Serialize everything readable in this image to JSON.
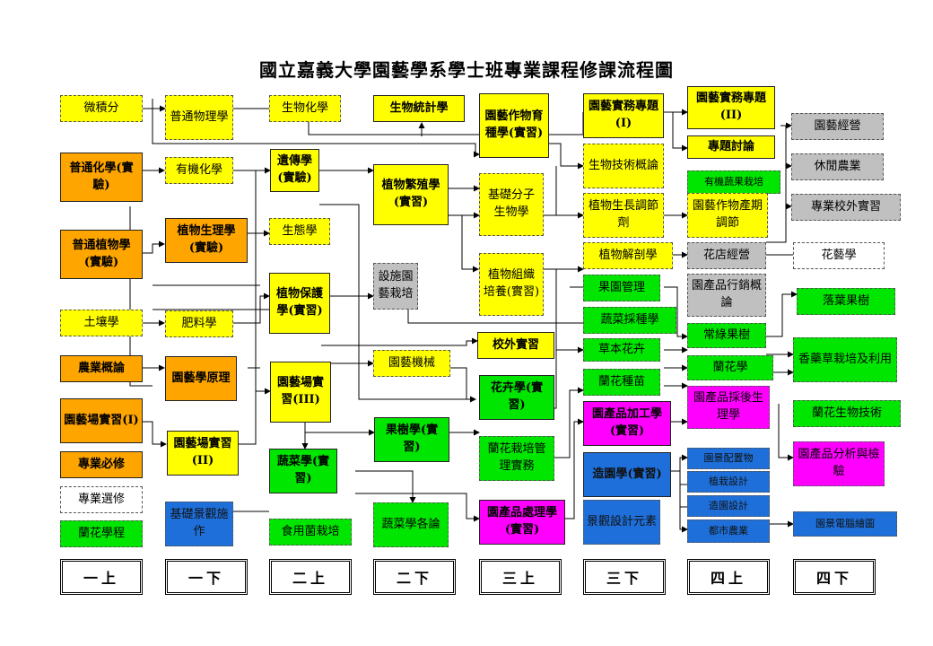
{
  "title": "國立嘉義大學園藝學系學士班專業課程修課流程圖",
  "colors": {
    "required_required": "#FFA500",
    "yellow": "#FFFF00",
    "green": "#00E600",
    "gray": "#C0C0C0",
    "magenta": "#FF00FF",
    "blue": "#1E6FD9",
    "white": "#FFFFFF",
    "line": "#000000"
  },
  "semesters": [
    "一上",
    "一下",
    "二上",
    "二下",
    "三上",
    "三下",
    "四上",
    "四下"
  ],
  "courses": {
    "c01": "微積分",
    "c02": "普通化學(實驗)",
    "c03": "普通植物學(實驗)",
    "c04": "土壤學",
    "c05": "農業概論",
    "c06": "園藝場實習(I)",
    "c07": "普通物理學",
    "c08": "有機化學",
    "c09": "植物生理學(實驗)",
    "c10": "肥料學",
    "c11": "園藝學原理",
    "c12": "園藝場實習(II)",
    "c13": "基礎景觀施作",
    "c14": "生物化學",
    "c15": "遺傳學(實驗)",
    "c16": "生態學",
    "c17": "植物保護學(實習)",
    "c18": "園藝場實習(III)",
    "c19": "蔬菜學(實習)",
    "c20": "食用菌栽培",
    "c21": "生物統計學",
    "c22": "植物繁殖學(實習)",
    "c23": "設施園藝栽培",
    "c24": "園藝機械",
    "c25": "果樹學(實習)",
    "c26": "蔬菜學各論",
    "c27": "園藝作物育種學(實習)",
    "c28": "基礎分子生物學",
    "c29": "植物組織培養(實習)",
    "c30": "校外實習",
    "c31": "花卉學(實習)",
    "c32": "蘭花栽培管理實務",
    "c33": "園產品處理學(實習)",
    "c34": "園藝實務專題(I)",
    "c35": "生物技術概論",
    "c36": "植物生長調節劑",
    "c37": "植物解剖學",
    "c38": "果園管理",
    "c39": "蔬菜採種學",
    "c40": "草本花卉",
    "c41": "蘭花種苗",
    "c42": "園產品加工學(實習)",
    "c43": "造園學(實習)",
    "c44": "景觀設計元素",
    "c45": "園藝實務專題(II)",
    "c46": "專題討論",
    "c47": "有機蔬果栽培",
    "c48": "園藝作物產期調節",
    "c49": "花店經營",
    "c50": "園產品行銷概論",
    "c51": "常綠果樹",
    "c52": "蘭花學",
    "c53": "園產品採後生理學",
    "c54": "園景配置物",
    "c55": "植栽設計",
    "c56": "造園設計",
    "c57": "都市農業",
    "c58": "園藝經營",
    "c59": "休閒農業",
    "c60": "專業校外實習",
    "c61": "花藝學",
    "c62": "落葉果樹",
    "c63": "香藥草栽培及利用",
    "c64": "蘭花生物技術",
    "c65": "園產品分析與檢驗",
    "c66": "園景電腦繪圖"
  },
  "legend": {
    "required": "專業必修",
    "elective": "專業選修",
    "orchid": "蘭花學程"
  }
}
